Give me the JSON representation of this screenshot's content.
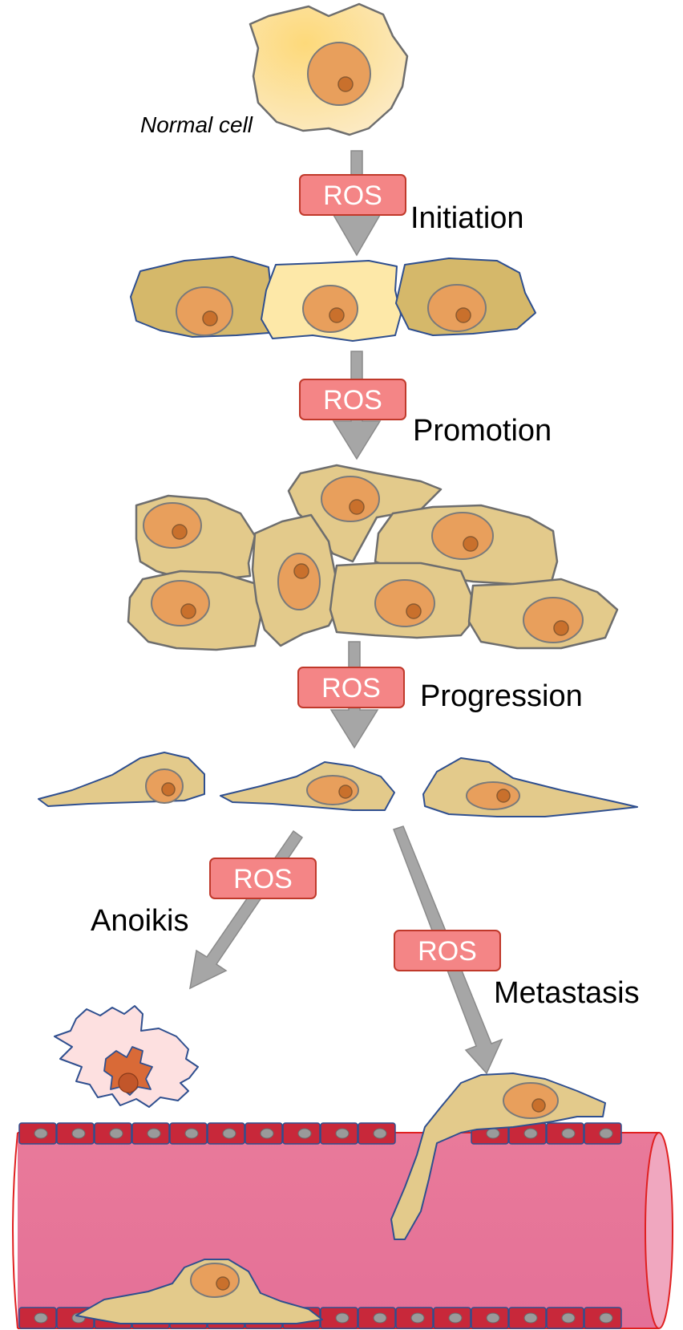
{
  "labels": {
    "normal_cell": "Normal cell",
    "initiation": "Initiation",
    "promotion": "Promotion",
    "progression": "Progression",
    "anoikis": "Anoikis",
    "metastasis": "Metastasis"
  },
  "ros_boxes": [
    "ROS",
    "ROS",
    "ROS",
    "ROS",
    "ROS"
  ],
  "colors": {
    "ros_fill": "#f48586",
    "cell_fill": "#e3ca8b",
    "normal_cell_fill": "#fcdc8e",
    "nucleus": "#e89f5c",
    "vessel": "#e8779a",
    "endothelial": "#c8283a",
    "arrow": "#a6a6a6"
  }
}
